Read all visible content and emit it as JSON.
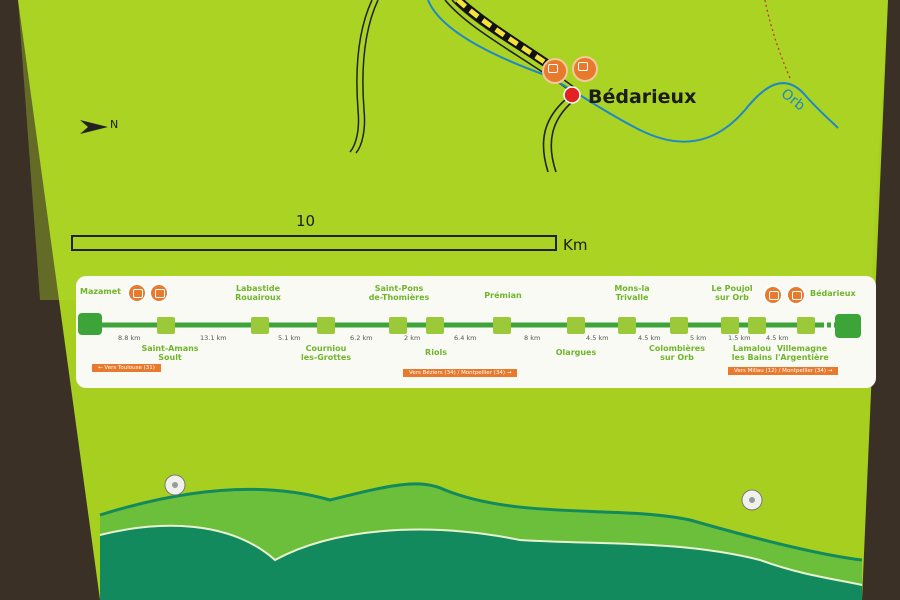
{
  "map": {
    "city": "Bédarieux",
    "river": "Orb",
    "north_label": "N",
    "scale_value": "10",
    "scale_unit": "Km"
  },
  "route": {
    "start": "Mazamet",
    "end": "Bédarieux",
    "stops_top": [
      {
        "id": "labastide",
        "label": "Labastide\nRouairoux"
      },
      {
        "id": "saint-pons",
        "label": "Saint-Pons\nde-Thomières"
      },
      {
        "id": "premian",
        "label": "Prémian"
      },
      {
        "id": "mons",
        "label": "Mons-la\nTrivalle"
      },
      {
        "id": "le-poujol",
        "label": "Le Poujol\nsur Orb"
      }
    ],
    "stops_bottom": [
      {
        "id": "saint-amans",
        "label": "Saint-Amans\nSoult"
      },
      {
        "id": "courniou",
        "label": "Courniou\nles-Grottes"
      },
      {
        "id": "riols",
        "label": "Riols"
      },
      {
        "id": "olargues",
        "label": "Olargues"
      },
      {
        "id": "colombieres",
        "label": "Colombières\nsur Orb"
      },
      {
        "id": "lamalou",
        "label": "Lamalou\nles Bains"
      },
      {
        "id": "villemagne",
        "label": "Villemagne\nl'Argentière"
      }
    ],
    "distances": [
      "8.8 km",
      "13.1 km",
      "5.1 km",
      "6.2 km",
      "2 km",
      "6.4 km",
      "8 km",
      "4.5 km",
      "4.5 km",
      "5 km",
      "1.5 km",
      "4.5 km"
    ],
    "signs": [
      "← Vers Toulouse (31)",
      "Vers Béziers (34) / Montpellier (34) →",
      "Vers Millau (12) / Montpellier (34) →"
    ]
  },
  "colors": {
    "panel": "#a6cf1f",
    "route_green": "#3da43a",
    "stop_green": "#9bc93a",
    "text_green": "#6fb52a",
    "orange": "#e87a2e",
    "river": "#1e88c8",
    "hill_dark": "#138a5e",
    "hill_light": "#6cbf3a"
  }
}
